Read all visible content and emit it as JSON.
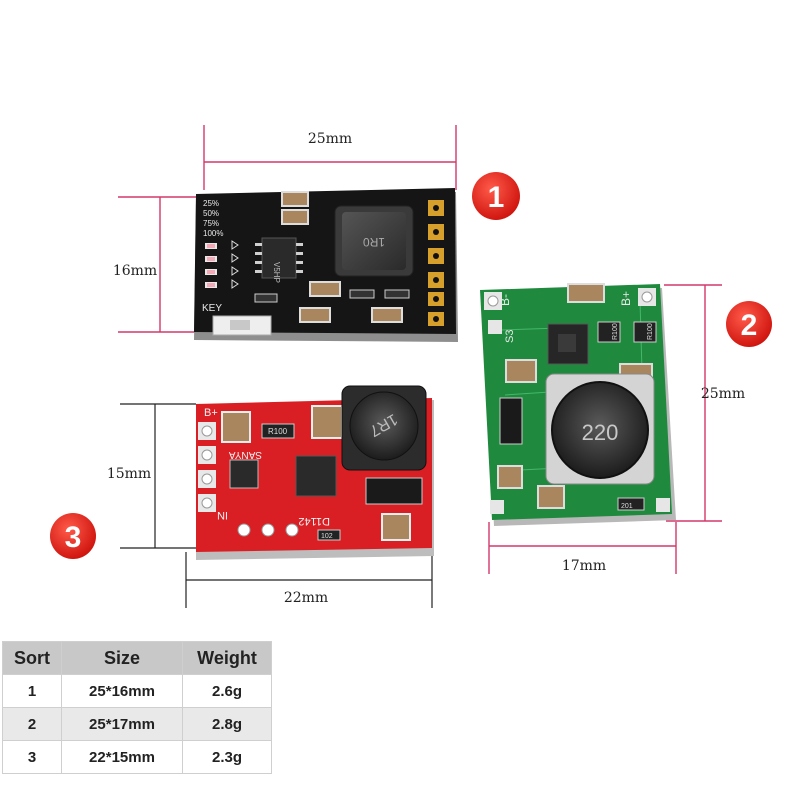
{
  "dimensions": {
    "board1_width": "25mm",
    "board1_height": "16mm",
    "board2_height": "25mm",
    "board2_width": "17mm",
    "board3_height": "15mm",
    "board3_width": "22mm"
  },
  "badges": [
    "1",
    "2",
    "3"
  ],
  "board_markings": {
    "board1": {
      "levels": [
        "25%",
        "50%",
        "75%",
        "100%"
      ],
      "key": "KEY",
      "inductor": "1R0",
      "chip": "V5HP"
    },
    "board2": {
      "b_minus": "B-",
      "b_plus": "B+",
      "inductor": "220",
      "r1": "R100",
      "r2": "R100",
      "label": "S3",
      "code": "201"
    },
    "board3": {
      "b_plus": "B+",
      "resistor": "R100",
      "brand": "SANYA",
      "in_label": "IN",
      "part": "D1142",
      "small": "102",
      "inductor": "1R7"
    }
  },
  "colors": {
    "badge_red": "#e2231a",
    "board1_pcb": "#141414",
    "board2_pcb": "#1f8a3e",
    "board3_pcb": "#d91e24"
  },
  "table": {
    "headers": [
      "Sort",
      "Size",
      "Weight"
    ],
    "rows": [
      [
        "1",
        "25*16mm",
        "2.6g"
      ],
      [
        "2",
        "25*17mm",
        "2.8g"
      ],
      [
        "3",
        "22*15mm",
        "2.3g"
      ]
    ]
  }
}
